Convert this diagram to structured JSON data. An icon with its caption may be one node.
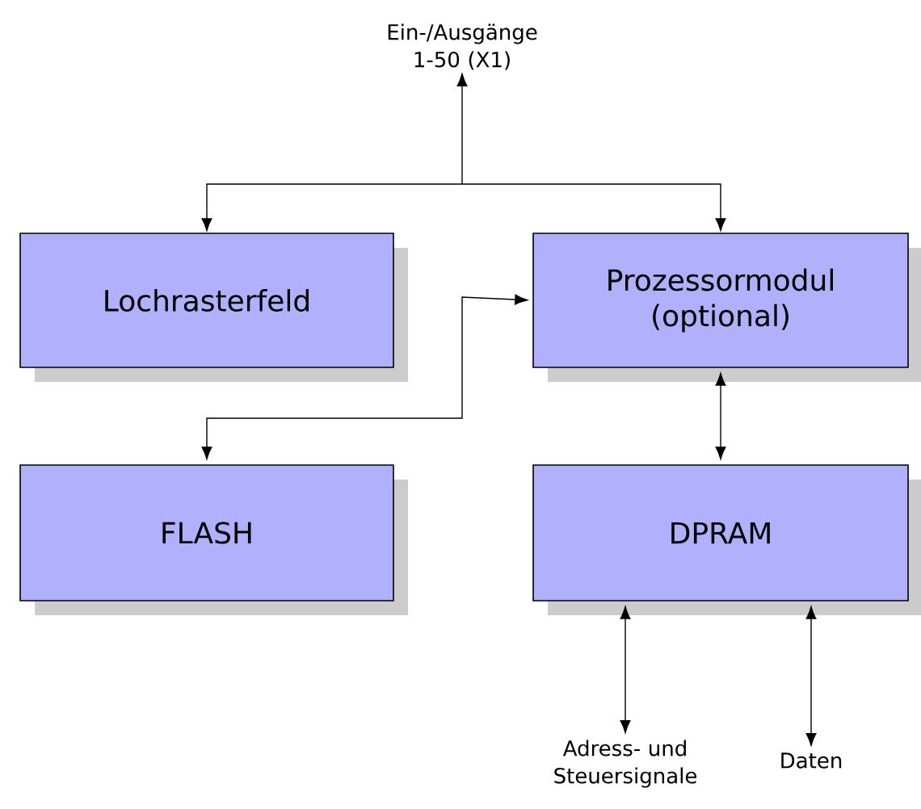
{
  "diagram": {
    "nodes": [
      {
        "text": [
          "Ein-/Ausgänge 1-50 (X1)"
        ]
      },
      {
        "text": [
          "Lochrasterfeld"
        ]
      },
      {
        "text": [
          "Prozessormodul (optional)"
        ]
      },
      {
        "text": [
          "FLASH"
        ]
      },
      {
        "text": [
          "DPRAM"
        ]
      },
      {
        "text": [
          "Adress- und Steuersignale"
        ]
      },
      {
        "text": [
          "Daten"
        ]
      }
    ],
    "edges": [
      {
        "from": 0,
        "to": 1,
        "arrow": "both"
      },
      {
        "from": 0,
        "to": 2,
        "arrow": "both"
      },
      {
        "from": 2,
        "to": 3,
        "arrow": "both"
      },
      {
        "from": 2,
        "to": 4,
        "arrow": "both"
      },
      {
        "from": 4,
        "to": 5,
        "arrow": "both"
      },
      {
        "from": 4,
        "to": 6,
        "arrow": "both"
      }
    ]
  }
}
